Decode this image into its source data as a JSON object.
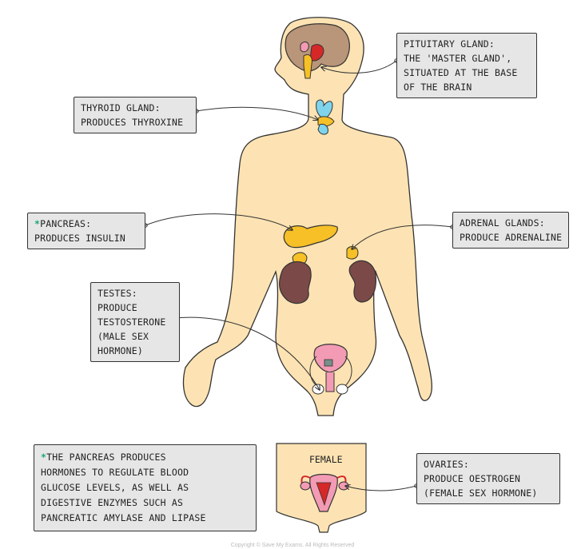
{
  "labels": {
    "pituitary": {
      "title": "PITUITARY GLAND:",
      "lines": [
        "THE 'MASTER GLAND',",
        "SITUATED AT THE BASE",
        "OF THE BRAIN"
      ]
    },
    "thyroid": {
      "title": "THYROID GLAND:",
      "lines": [
        "PRODUCES THYROXINE"
      ]
    },
    "pancreas": {
      "star": "*",
      "title": "PANCREAS:",
      "lines": [
        "PRODUCES INSULIN"
      ]
    },
    "adrenal": {
      "title": "ADRENAL GLANDS:",
      "lines": [
        "PRODUCE ADRENALINE"
      ]
    },
    "testes": {
      "title": "TESTES:",
      "lines": [
        "PRODUCE",
        "TESTOSTERONE",
        "(MALE SEX",
        "HORMONE)"
      ]
    },
    "ovaries": {
      "title": "OVARIES:",
      "lines": [
        "PRODUCE OESTROGEN",
        "(FEMALE SEX HORMONE)"
      ]
    }
  },
  "footnote": {
    "star": "*",
    "lines": [
      "THE PANCREAS PRODUCES",
      "HORMONES TO REGULATE BLOOD",
      "GLUCOSE LEVELS, AS WELL AS",
      "DIGESTIVE ENZYMES SUCH AS",
      "PANCREATIC AMYLASE AND LIPASE"
    ]
  },
  "female_panel": {
    "label": "FEMALE"
  },
  "copyright": "Copyright © Save My Exams. All Rights Reserved",
  "colors": {
    "skin": "#fde3b3",
    "outline": "#333333",
    "label_bg": "#e6e6e6",
    "brain": "#b99579",
    "pituitary_red": "#d62828",
    "thyroid_blue": "#7fd4ec",
    "gland_yellow": "#f6c026",
    "kidney": "#7b4a48",
    "reproductive_pink": "#f39bb4",
    "star_green": "#19a974"
  }
}
